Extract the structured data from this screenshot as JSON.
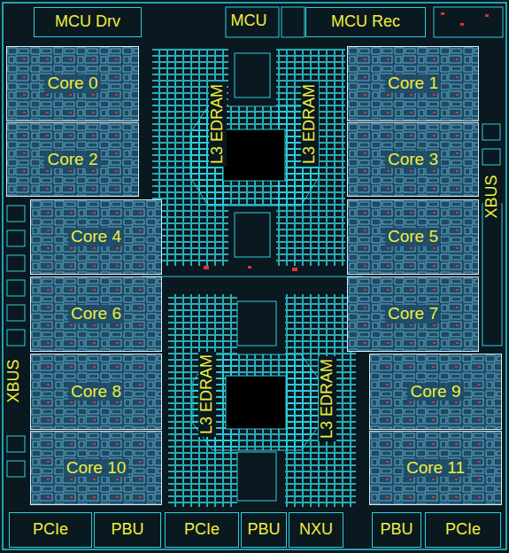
{
  "diagram": {
    "nodes": [
      {
        "text": [
          "MCU Drv"
        ]
      },
      {
        "text": [
          "MCU Rec"
        ]
      },
      {
        "text": [
          "Core 0"
        ]
      },
      {
        "text": [
          "Core 1"
        ]
      },
      {
        "text": [
          "Core 2"
        ]
      },
      {
        "text": [
          "Core 3"
        ]
      },
      {
        "text": [
          "Core 4"
        ]
      },
      {
        "text": [
          "Core 5"
        ]
      },
      {
        "text": [
          "Core 6"
        ]
      },
      {
        "text": [
          "Core 7"
        ]
      },
      {
        "text": [
          "Core 8"
        ]
      },
      {
        "text": [
          "Core 9"
        ]
      },
      {
        "text": [
          "Core 10"
        ]
      },
      {
        "text": [
          "Core 11"
        ]
      },
      {
        "text": [
          "PCIe"
        ]
      },
      {
        "text": [
          "PBU"
        ]
      },
      {
        "text": [
          "PCIe"
        ]
      },
      {
        "text": [
          "PBU"
        ]
      },
      {
        "text": [
          "NXU"
        ]
      },
      {
        "text": [
          "PBU"
        ]
      },
      {
        "text": [
          "PCIe"
        ]
      }
    ],
    "labels": [
      "MCU",
      "L3 EDRAM",
      "L3 EDRAM",
      "L3 EDRAM",
      "L3 EDRAM",
      "XBUS",
      "XBUS"
    ]
  }
}
